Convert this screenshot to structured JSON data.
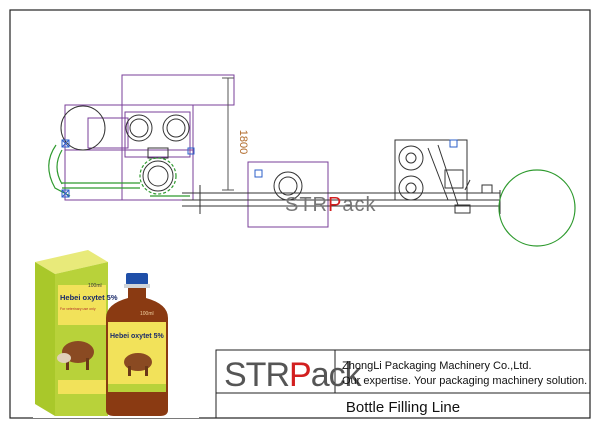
{
  "drawing": {
    "dimension_label": "1800",
    "watermark": {
      "brand": "STRPack"
    }
  },
  "product_photo": {
    "box_label": "Hebei oxytet 5%",
    "box_volume": "100ml",
    "box_subtext": "For veterinary use only",
    "bottle_label": "Hebei oxytet 5%",
    "bottle_volume": "100ml",
    "colors": {
      "box_green": "#b8d23a",
      "box_yellow": "#f2e25a",
      "bottle_amber": "#8a3a12",
      "cap_blue": "#1f4fa8"
    }
  },
  "title_block": {
    "logo_text": "STRPack",
    "company_name": "ZhongLi Packaging Machinery Co.,Ltd.",
    "slogan": "Our expertise. Your packaging machinery solution.",
    "drawing_title": "Bottle Filling Line",
    "colors": {
      "logo_gray": "#555555",
      "logo_accent": "#d21f1f"
    }
  }
}
